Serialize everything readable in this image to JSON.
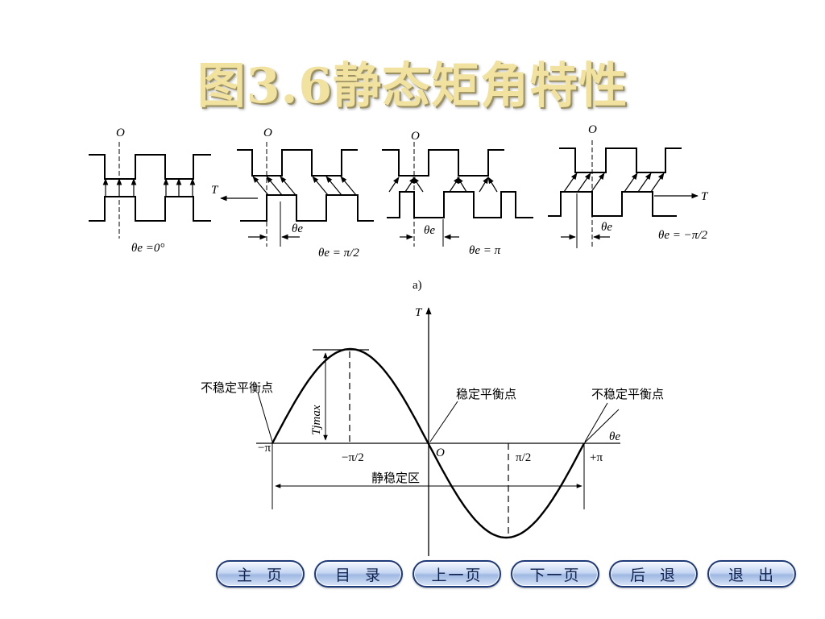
{
  "slide": {
    "title": "图3.6静态矩角特性"
  },
  "diagram_a": {
    "origin_label": "O",
    "torque_label": "T",
    "theta_label": "θe",
    "case_labels": [
      "θe  =0°",
      "θe = π/2",
      "θe = π",
      "θe = −π/2"
    ],
    "caption": "a)"
  },
  "curve_b": {
    "t_axis_label": "T",
    "theta_axis_label": "θe",
    "origin_label": "O",
    "neg_pi_label": "−π",
    "pos_pi_label": "+π",
    "neg_half_pi_label": "−π/2",
    "pos_half_pi_label": "π/2",
    "tjmax_label": "Tjmax",
    "unstable_left_label": "不稳定平衡点",
    "stable_label": "稳定平衡点",
    "unstable_right_label": "不稳定平衡点",
    "zone_label": "静稳定区"
  },
  "nav": {
    "home": "主  页",
    "contents": "目  录",
    "prev": "上一页",
    "next": "下一页",
    "back": "后  退",
    "exit": "退  出"
  }
}
